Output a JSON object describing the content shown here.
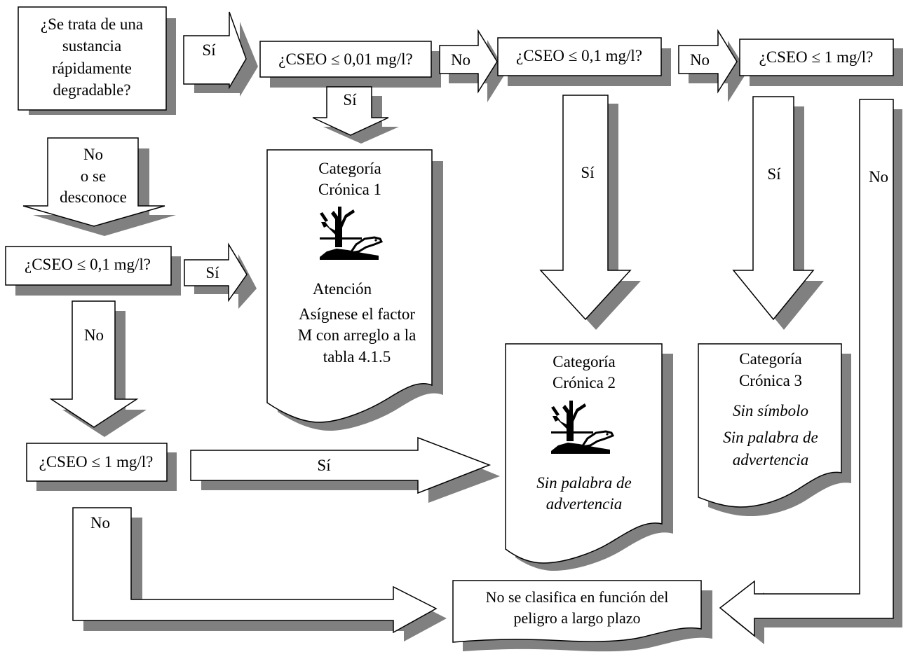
{
  "boxes": {
    "q_degradable": [
      "¿Se trata de una",
      "sustancia",
      "rápidamente",
      "degradable?"
    ],
    "q_001": "¿CSEO ≤ 0,01 mg/l?",
    "q_01_top": "¿CSEO ≤ 0,1 mg/l?",
    "q_1_top": "¿CSEO ≤ 1 mg/l?",
    "q_01_left": "¿CSEO ≤ 0,1 mg/l?",
    "q_1_left": "¿CSEO ≤ 1 mg/l?",
    "not_classified": [
      "No se clasifica en función del",
      "peligro a largo plazo"
    ]
  },
  "arrows": {
    "si_1": "Sí",
    "no_1": "No",
    "no_2": "No",
    "si_down_1": "Sí",
    "no_or_unknown": [
      "No",
      "o se",
      "desconoce"
    ],
    "si_cronica2": "Sí",
    "si_cronica3": "Sí",
    "no_right": "No",
    "si_left_01": "Sí",
    "no_left_down": "No",
    "si_long": "Sí",
    "no_bottom_left": "No"
  },
  "categories": {
    "cronica1": {
      "title": [
        "Categoría",
        "Crónica 1"
      ],
      "pictogram": "environment-hazard-icon",
      "signal_word": "Atención",
      "note": [
        "Asígnese el factor",
        "M con arreglo a la",
        "tabla 4.1.5"
      ]
    },
    "cronica2": {
      "title": [
        "Categoría",
        "Crónica 2"
      ],
      "pictogram": "environment-hazard-icon",
      "note": [
        "Sin palabra de",
        "advertencia"
      ]
    },
    "cronica3": {
      "title": [
        "Categoría",
        "Crónica 3"
      ],
      "note": [
        "Sin símbolo",
        "Sin palabra de",
        "advertencia"
      ]
    }
  }
}
